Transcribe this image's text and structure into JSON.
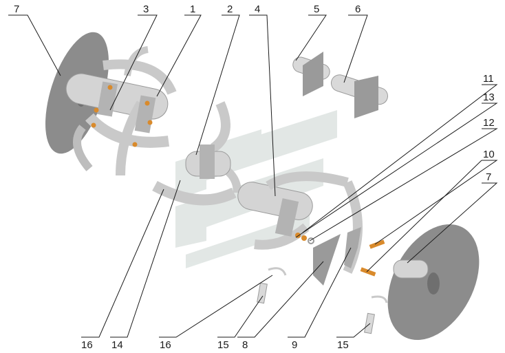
{
  "callouts": {
    "c7_top": "7",
    "c3": "3",
    "c1": "1",
    "c2": "2",
    "c4": "4",
    "c5": "5",
    "c6": "6",
    "c11": "11",
    "c13": "13",
    "c12": "12",
    "c10": "10",
    "c7_right": "7",
    "c16_left": "16",
    "c14": "14",
    "c16_mid": "16",
    "c15_left": "15",
    "c8": "8",
    "c9": "9",
    "c15_right": "15"
  },
  "colors": {
    "leader": "#1a1a1a",
    "disk": "#8c8c8c",
    "metal": "#c9c9c9",
    "metal_dark": "#9a9a9a",
    "bolt": "#d98a2b",
    "watermark": "#dfe5e3"
  }
}
